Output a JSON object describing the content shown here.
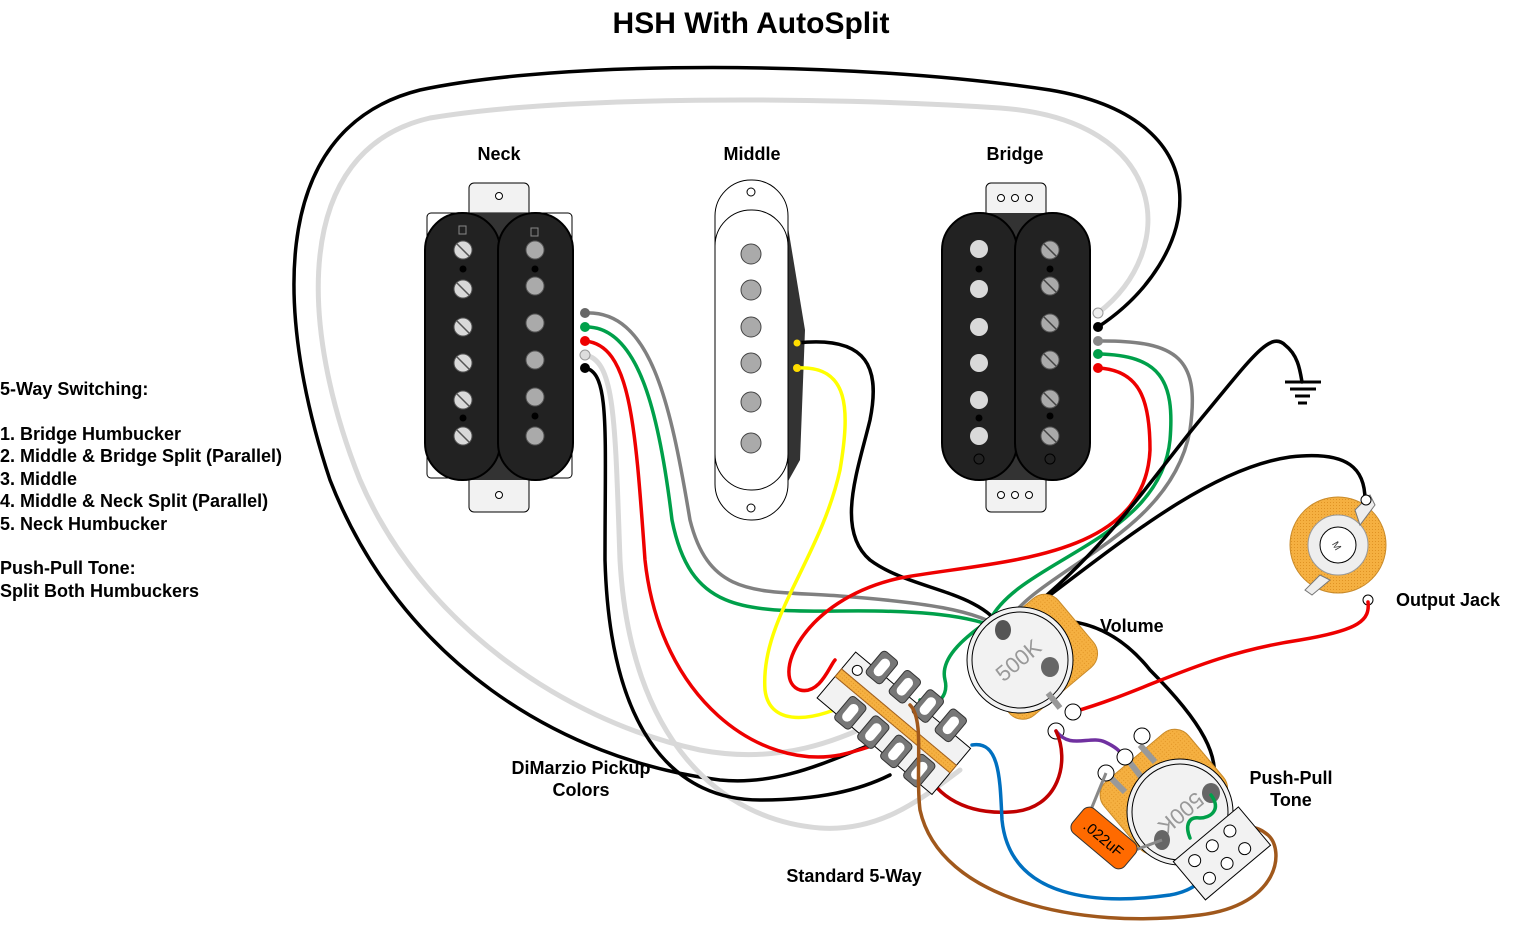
{
  "title": "HSH With AutoSplit",
  "pickups": {
    "neck": "Neck",
    "middle": "Middle",
    "bridge": "Bridge"
  },
  "components": {
    "volume": "Volume",
    "volume_value": "500K",
    "tone_line1": "Push-Pull",
    "tone_line2": "Tone",
    "tone_value": "500K",
    "capacitor": ".022uF",
    "output_jack": "Output Jack",
    "switch": "Standard 5-Way",
    "colors_line1": "DiMarzio Pickup",
    "colors_line2": "Colors"
  },
  "notes": {
    "heading": "5-Way Switching:",
    "positions": [
      "1. Bridge Humbucker",
      "2. Middle & Bridge Split (Parallel)",
      "3. Middle",
      "4. Middle & Neck Split (Parallel)",
      "5. Neck Humbucker"
    ],
    "push_pull_heading": "Push-Pull Tone:",
    "push_pull_desc": "Split Both Humbuckers"
  },
  "wire_colors": {
    "black": "#000000",
    "white": "#d9d9d9",
    "gray": "#808080",
    "green": "#00a04a",
    "red": "#ee0000",
    "yellow": "#ffff00",
    "purple": "#7030a0",
    "blue": "#0070c0",
    "brown": "#a0581c",
    "darkred": "#c00000",
    "pot_body": "#f5b041",
    "cap_body": "#ff6a00"
  }
}
